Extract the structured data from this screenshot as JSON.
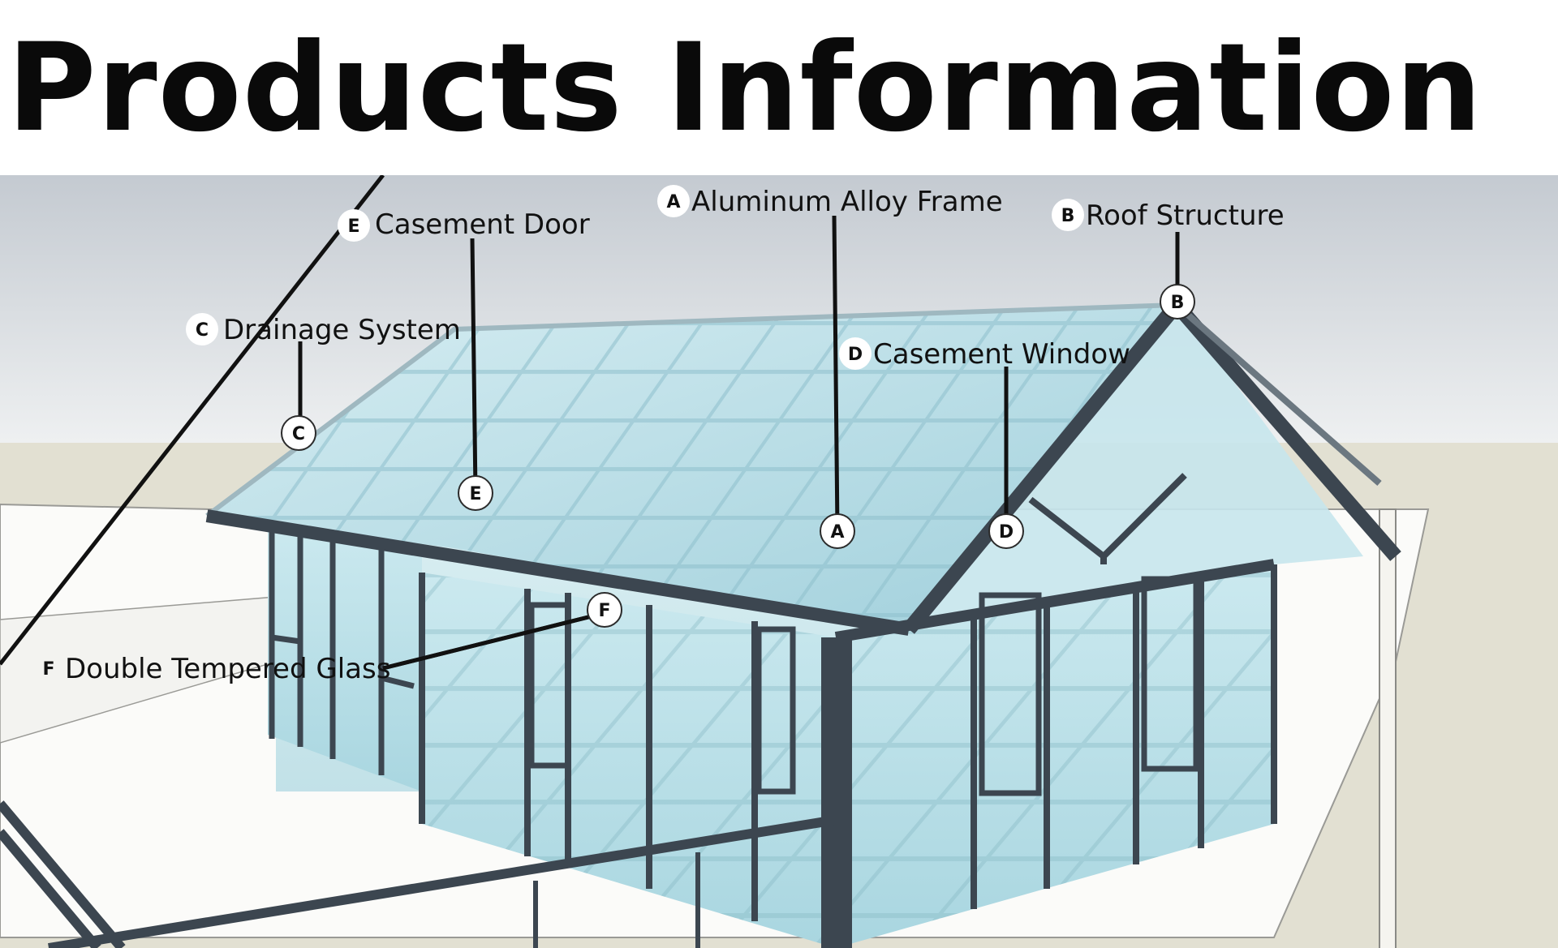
{
  "header": {
    "title": "Products Information"
  },
  "colors": {
    "frame": "#3c4650",
    "glass": "#bfe2ea",
    "glass_dark": "#8cc7d3",
    "sky_top": "#c6ccd2",
    "ground": "#dedccd",
    "label": "#111111"
  },
  "callouts": [
    {
      "id": "A",
      "letter": "A",
      "label": "Aluminum Alloy Frame",
      "icon": "aluminum-frame-marker"
    },
    {
      "id": "B",
      "letter": "B",
      "label": "Roof Structure",
      "icon": "roof-structure-marker"
    },
    {
      "id": "C",
      "letter": "C",
      "label": "Drainage System",
      "icon": "drainage-system-marker"
    },
    {
      "id": "D",
      "letter": "D",
      "label": "Casement Window",
      "icon": "casement-window-marker"
    },
    {
      "id": "E",
      "letter": "E",
      "label": "Casement Door",
      "icon": "casement-door-marker"
    },
    {
      "id": "F",
      "letter": "F",
      "label": "Double Tempered Glass",
      "icon": "tempered-glass-marker"
    }
  ]
}
